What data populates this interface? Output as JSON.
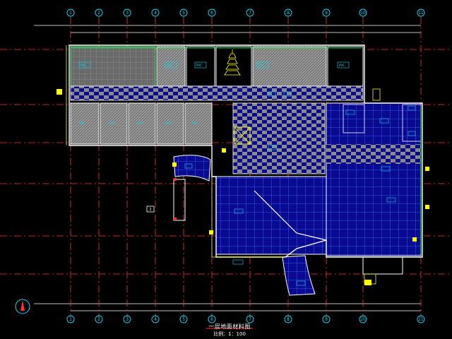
{
  "drawing": {
    "title": "一层地面材料图",
    "scale": "比例：1：100",
    "axis_labels": [
      "1",
      "2",
      "3",
      "4",
      "5",
      "6",
      "7",
      "8",
      "9",
      "10",
      "11"
    ],
    "section_mark": "2",
    "room_tag_prefix": "PVC",
    "colors": {
      "background": "#000000",
      "axis_line": "#ff3030",
      "wall": "#ffffff",
      "floor_blue": "#0a0a90",
      "floor_grid": "#3a6cff",
      "gray_fill": "#8a8a8a",
      "accent_cyan": "#00e0ff",
      "accent_yellow": "#ffff00",
      "accent_green": "#00ff40",
      "accent_magenta": "#ff40ff"
    }
  }
}
